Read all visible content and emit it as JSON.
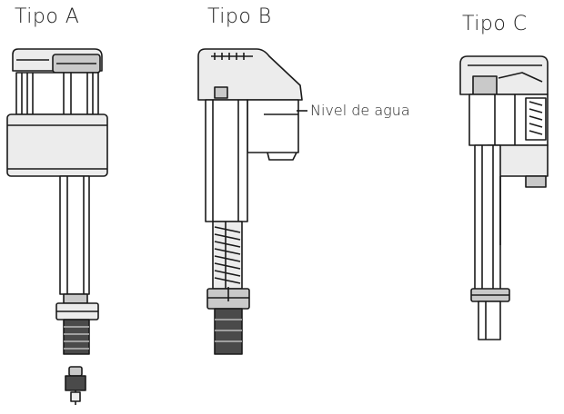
{
  "labels": {
    "type_a": "Tipo A",
    "type_b": "Tipo B",
    "type_c": "Tipo C",
    "water_level": "Nivel de agua"
  },
  "colors": {
    "line": "#1a1a1a",
    "light_fill": "#ececec",
    "mid_fill": "#c9c9c9",
    "dark_fill": "#4a4a4a",
    "background": "#ffffff"
  }
}
